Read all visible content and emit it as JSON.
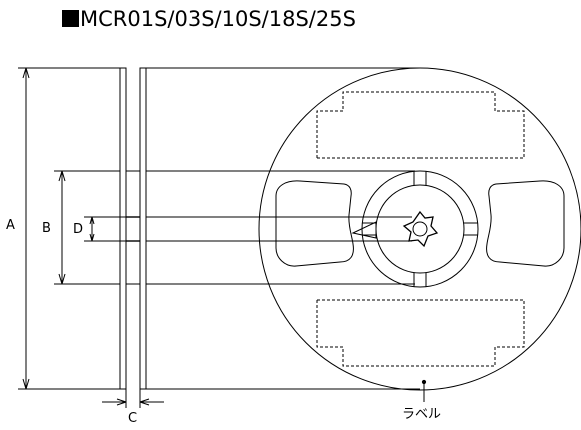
{
  "title": "MCR01S/03S/10S/18S/25S",
  "dimension_labels": {
    "a": "A",
    "b": "B",
    "c": "C",
    "d": "D"
  },
  "callout_label": "ラベル",
  "colors": {
    "line": "#000000",
    "background": "#ffffff"
  }
}
